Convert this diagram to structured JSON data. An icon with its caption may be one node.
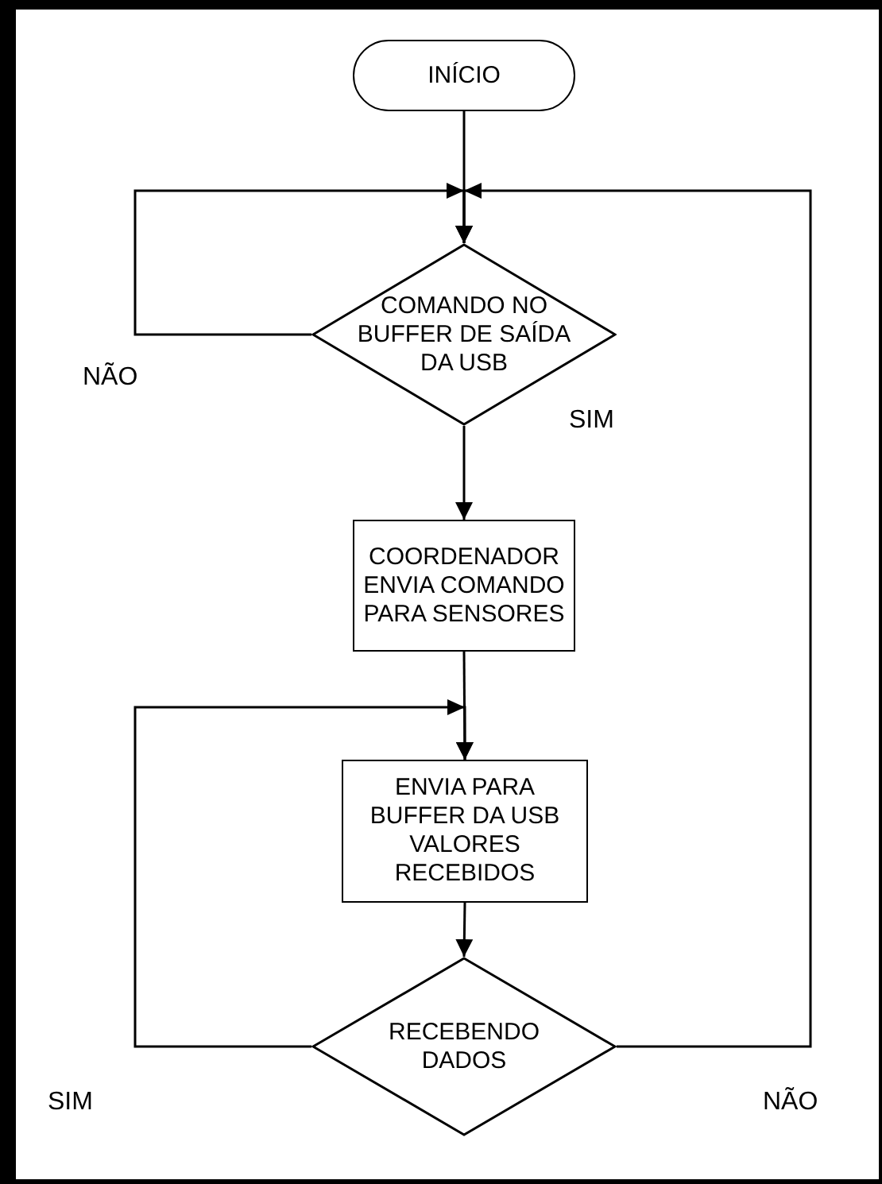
{
  "diagram": {
    "nodes": [
      {
        "text": [
          "INÍCIO"
        ]
      },
      {
        "text": [
          "COMANDO NO BUFFER DE SAÍDA DA USB"
        ]
      },
      {
        "text": [
          "COORDENADOR ENVIA COMANDO PARA SENSORES"
        ]
      },
      {
        "text": [
          "ENVIA PARA BUFFER DA USB VALORES RECEBIDOS"
        ]
      },
      {
        "text": [
          "RECEBENDO DADOS"
        ]
      }
    ],
    "edges": [
      {
        "from": 0,
        "to": 1,
        "arrow": "to"
      },
      {
        "from": 1,
        "to": 1,
        "arrow": "to",
        "label": "NÃO"
      },
      {
        "from": 1,
        "to": 2,
        "arrow": "to",
        "label": "SIM"
      },
      {
        "from": 2,
        "to": 3,
        "arrow": "to"
      },
      {
        "from": 3,
        "to": 4,
        "arrow": "to"
      },
      {
        "from": 4,
        "to": 3,
        "arrow": "to",
        "label": "SIM"
      },
      {
        "from": 4,
        "to": 1,
        "arrow": "to",
        "label": "NÃO"
      }
    ]
  }
}
